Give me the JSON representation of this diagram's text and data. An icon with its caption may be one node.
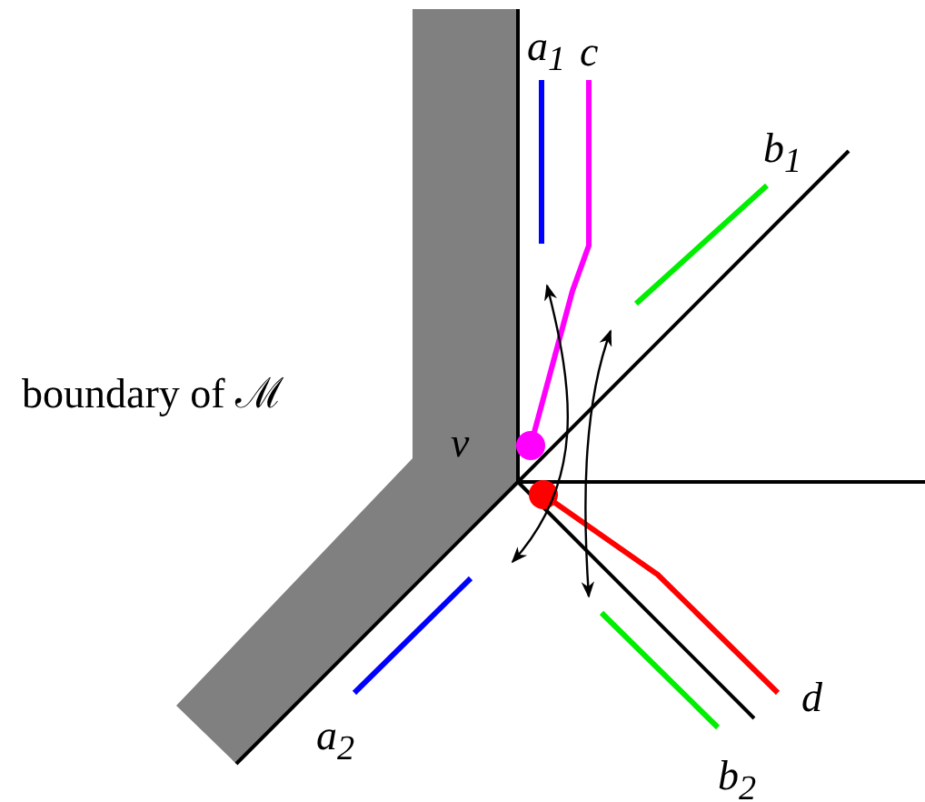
{
  "diagram": {
    "labels": [
      "a$_{1}$",
      "c",
      "b$_{1}$",
      "boundary of ℳ",
      "v",
      "d",
      "a$_{2}$",
      "b$_{2}$"
    ]
  }
}
